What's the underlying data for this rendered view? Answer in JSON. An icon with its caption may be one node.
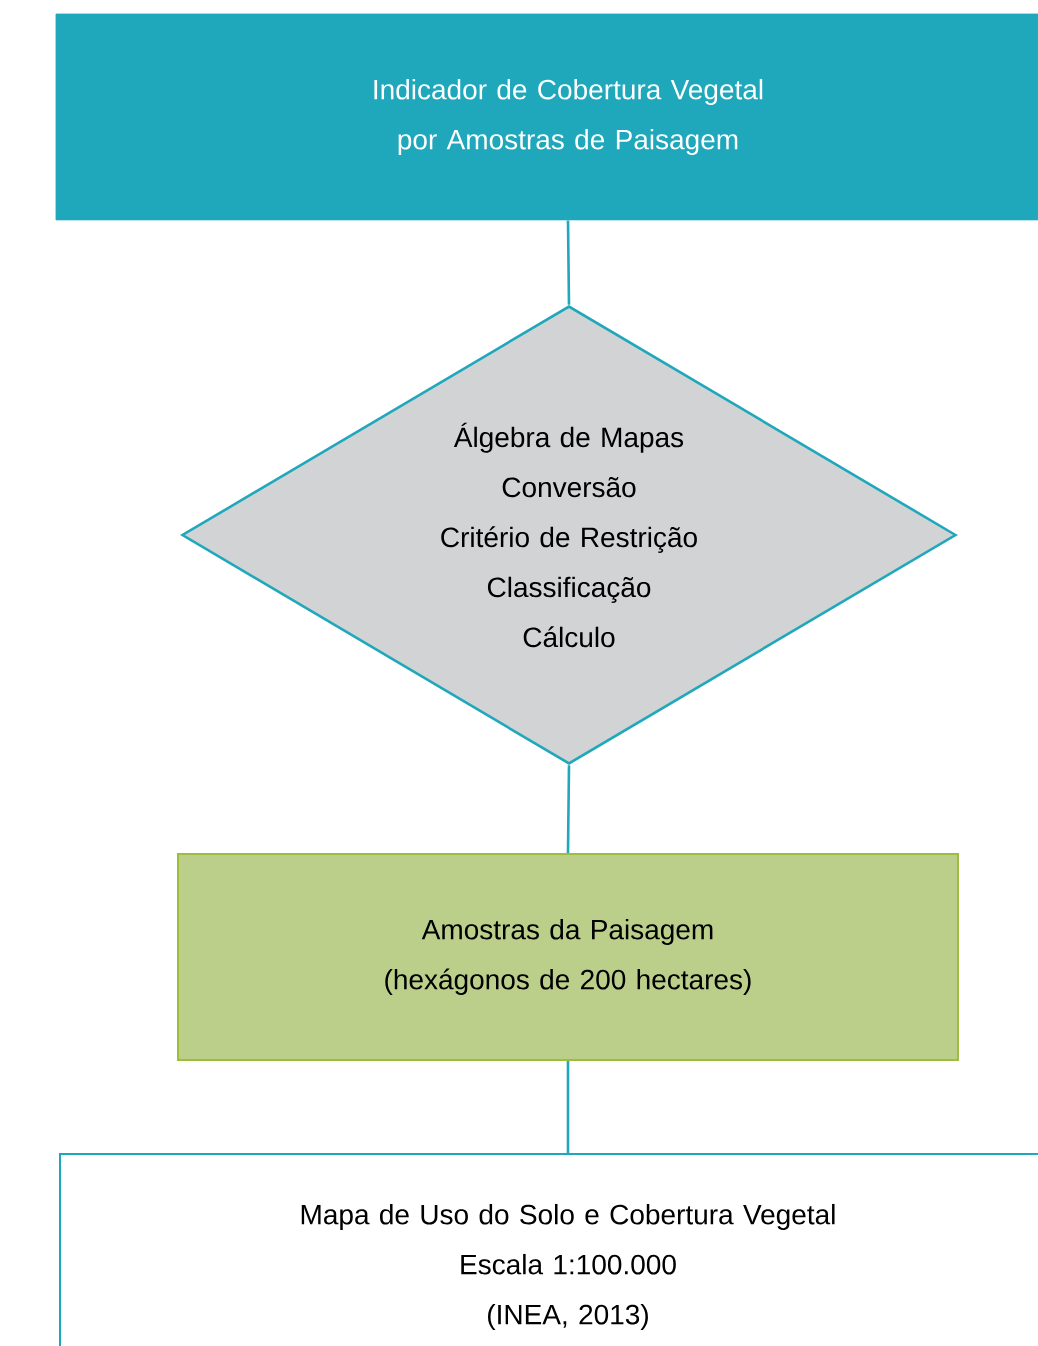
{
  "diagram": {
    "nodes": [
      {
        "text": [
          "Indicador de Cobertura Vegetal por Amostras de Paisagem"
        ]
      },
      {
        "text": [
          "Álgebra de Mapas",
          "Conversão",
          "Critério de Restrição",
          "Classificação",
          "Cálculo"
        ]
      },
      {
        "text": [
          "Amostras da Paisagem",
          "(hexágonos de 200 hectares)"
        ]
      },
      {
        "text": [
          "Mapa de Uso do Solo e Cobertura Vegetal",
          "Escala 1:100.000",
          "(INEA, 2013)"
        ]
      }
    ],
    "edges": [
      {
        "from": 0,
        "to": 1,
        "arrow": "none"
      },
      {
        "from": 1,
        "to": 2,
        "arrow": "none"
      },
      {
        "from": 2,
        "to": 3,
        "arrow": "none"
      }
    ]
  }
}
